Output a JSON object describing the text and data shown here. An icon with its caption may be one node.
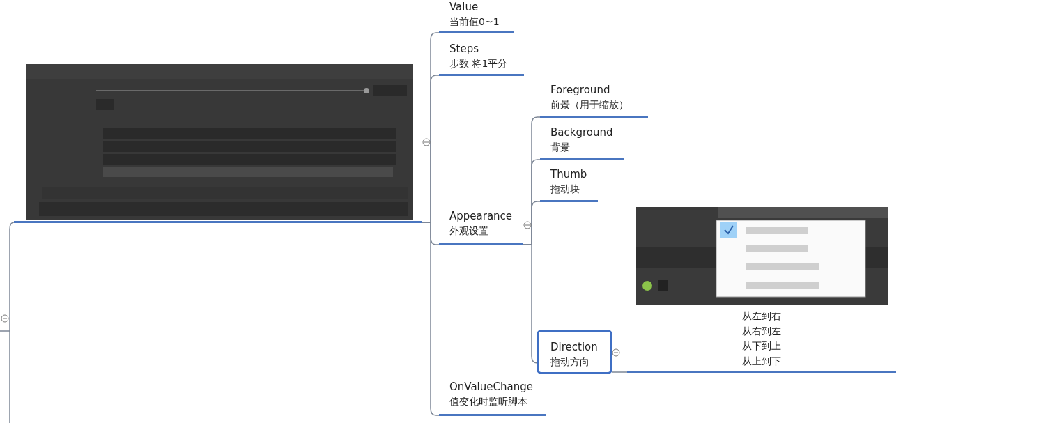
{
  "diagram": {
    "nodes": [
      {
        "text": [],
        "shape": "picture"
      },
      {
        "text": [
          "Value",
          "当前值0~1"
        ]
      },
      {
        "text": [
          "Steps",
          "步数 将1平分"
        ]
      },
      {
        "text": [
          "Appearance",
          "外观设置"
        ]
      },
      {
        "text": [
          "Foreground",
          "前景（用于缩放）"
        ]
      },
      {
        "text": [
          "Background",
          "背景"
        ]
      },
      {
        "text": [
          "Thumb",
          "拖动块"
        ]
      },
      {
        "text": [
          "Direction",
          "拖动方向"
        ]
      },
      {
        "text": [
          "从左到右",
          "从右到左",
          "从下到上",
          "从上到下"
        ]
      },
      {
        "text": [
          "OnValueChange",
          "值变化时监听脚本"
        ]
      }
    ],
    "edges": [
      {
        "from": null,
        "to": 0,
        "arrow": "none"
      },
      {
        "from": 0,
        "to": 1,
        "arrow": "none"
      },
      {
        "from": 0,
        "to": 2,
        "arrow": "none"
      },
      {
        "from": 0,
        "to": 3,
        "arrow": "none"
      },
      {
        "from": 0,
        "to": 9,
        "arrow": "none"
      },
      {
        "from": 3,
        "to": 4,
        "arrow": "none"
      },
      {
        "from": 3,
        "to": 5,
        "arrow": "none"
      },
      {
        "from": 3,
        "to": 6,
        "arrow": "none"
      },
      {
        "from": 3,
        "to": 7,
        "arrow": "none"
      },
      {
        "from": 7,
        "to": 8,
        "arrow": "none"
      }
    ]
  }
}
